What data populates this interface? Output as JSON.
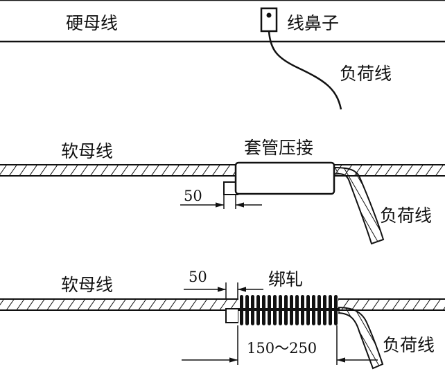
{
  "section1": {
    "busbar_label": "硬母线",
    "connector_label": "线鼻子",
    "load_label": "负荷线"
  },
  "section2": {
    "busbar_label": "软母线",
    "method_label": "套管压接",
    "dimension_value": "50",
    "load_label": "负荷线"
  },
  "section3": {
    "busbar_label": "软母线",
    "dimension_value": "50",
    "method_label": "绑轧",
    "span_value": "150～250",
    "load_label": "负荷线"
  }
}
